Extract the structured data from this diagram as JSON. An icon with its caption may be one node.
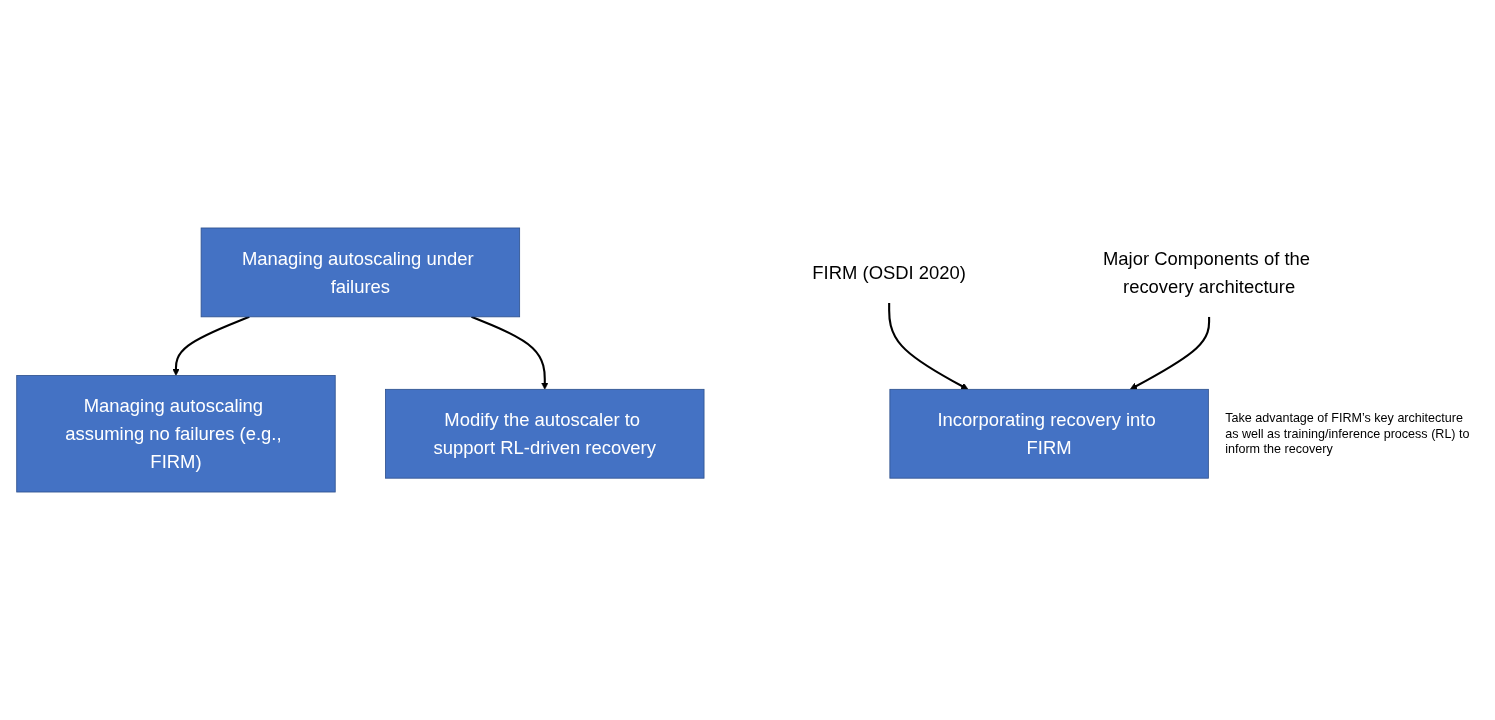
{
  "diagram": {
    "nodes": [
      {
        "text": [
          "Managing autoscaling under failures"
        ]
      },
      {
        "text": [
          "Managing autoscaling assuming no failures (e.g., FIRM)"
        ]
      },
      {
        "text": [
          "Modify the autoscaler to support RL-driven recovery"
        ]
      },
      {
        "text": [
          "FIRM (OSDI 2020)"
        ]
      },
      {
        "text": [
          "Major Components of the recovery architecture"
        ]
      },
      {
        "text": [
          "Incorporating recovery into FIRM"
        ],
        "beside": [
          "Take advantage of FIRM’s key architecture as well as training/inference process (RL) to inform the recovery"
        ]
      }
    ],
    "edges": [
      {
        "from": 0,
        "to": 1,
        "arrow": "to"
      },
      {
        "from": 0,
        "to": 2,
        "arrow": "to"
      },
      {
        "from": 3,
        "to": 5,
        "arrow": "to"
      },
      {
        "from": 4,
        "to": 5,
        "arrow": "to"
      }
    ]
  }
}
